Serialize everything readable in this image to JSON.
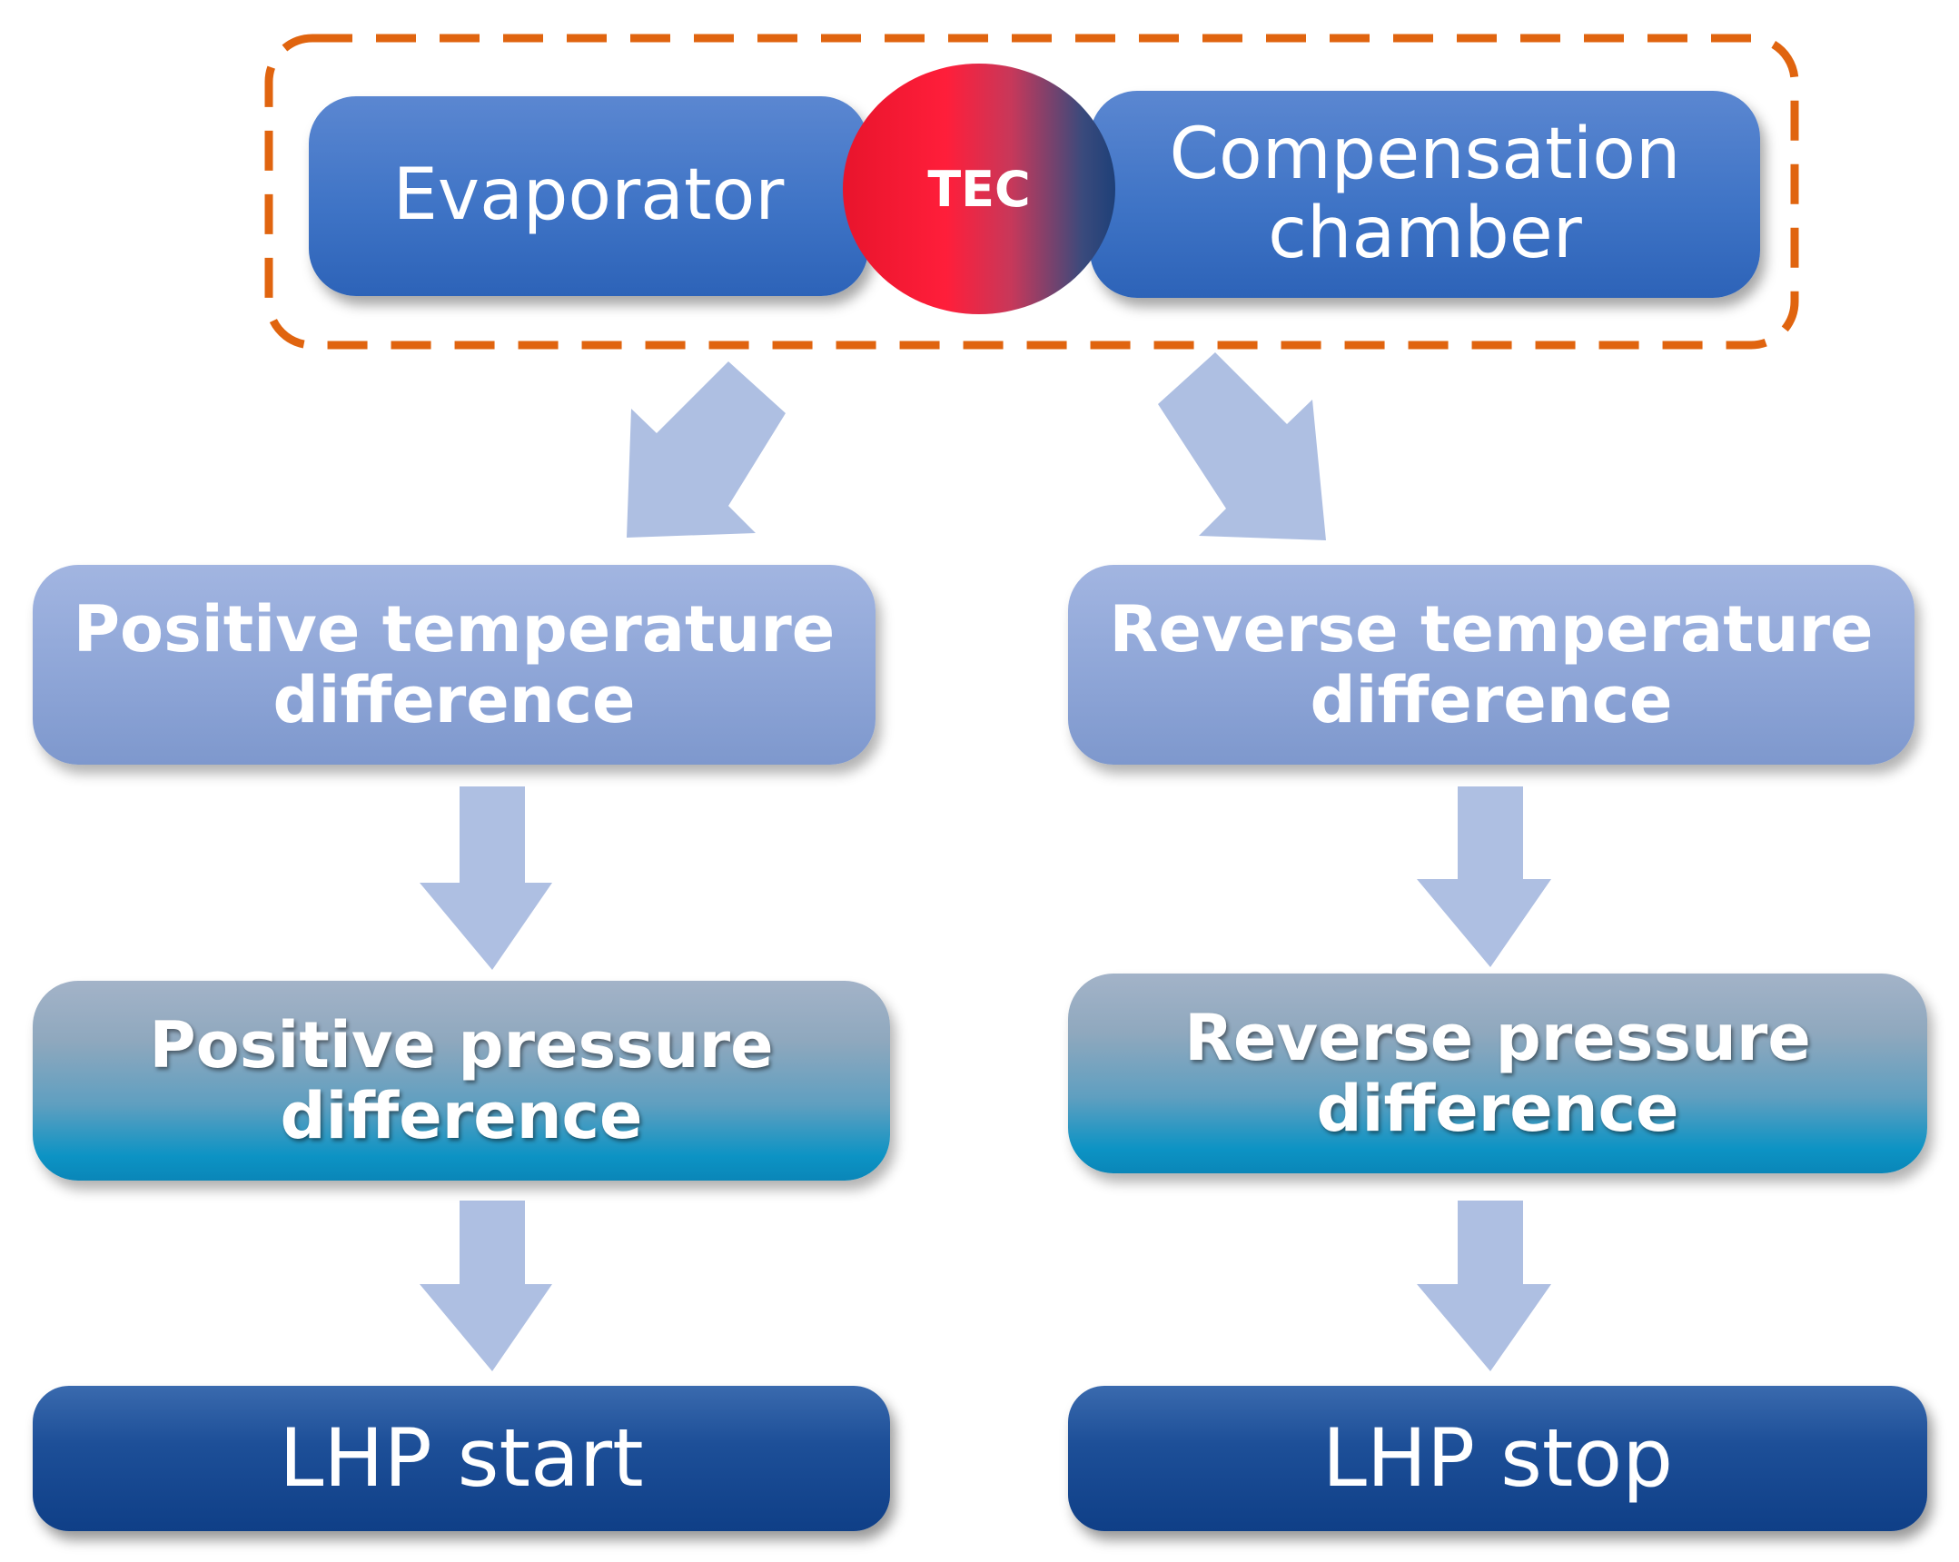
{
  "top_group": {
    "evaporator": "Evaporator",
    "tec": "TEC",
    "compensation_line1": "Compensation",
    "compensation_line2": "chamber",
    "border_color": "#e0640f"
  },
  "left_branch": {
    "temperature_line1": "Positive temperature",
    "temperature_line2": "difference",
    "pressure_line1": "Positive pressure",
    "pressure_line2": "difference",
    "result": "LHP start"
  },
  "right_branch": {
    "temperature_line1": "Reverse temperature",
    "temperature_line2": "difference",
    "pressure_line1": "Reverse pressure",
    "pressure_line2": "difference",
    "result": "LHP stop"
  },
  "colors": {
    "arrow": "#aebfe2",
    "top_box": "#3f74c6",
    "light_box": "#92a8d9",
    "teal_box": "#0c93c4",
    "dark_box": "#0f3f87",
    "tec_hot": "#ff1e3a",
    "tec_cold": "#1e4078"
  }
}
